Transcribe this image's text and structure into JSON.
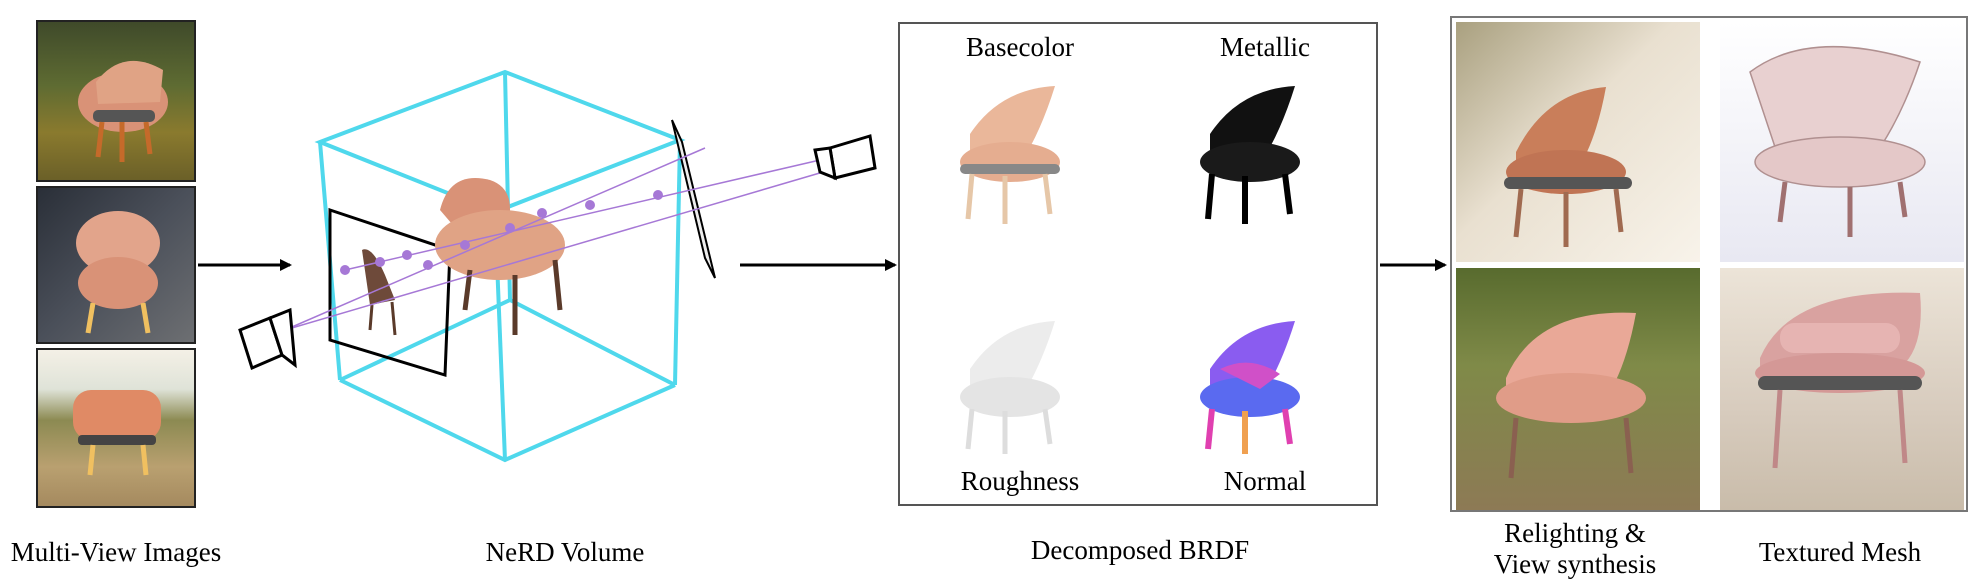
{
  "stages": {
    "input": "Multi-View Images",
    "volume": "NeRD Volume",
    "brdf": "Decomposed BRDF",
    "relight_line1": "Relighting &",
    "relight_line2": "View synthesis",
    "mesh": "Textured Mesh"
  },
  "brdf_components": {
    "basecolor": "Basecolor",
    "metallic": "Metallic",
    "roughness": "Roughness",
    "normal": "Normal"
  },
  "colors": {
    "cube": "#4fd8ec",
    "ray": "#a678d6",
    "chair": "#d99277",
    "chair_dark": "#6e4a3a"
  },
  "icons": [
    "camera-icon",
    "arrow-right-icon",
    "chair-icon"
  ]
}
